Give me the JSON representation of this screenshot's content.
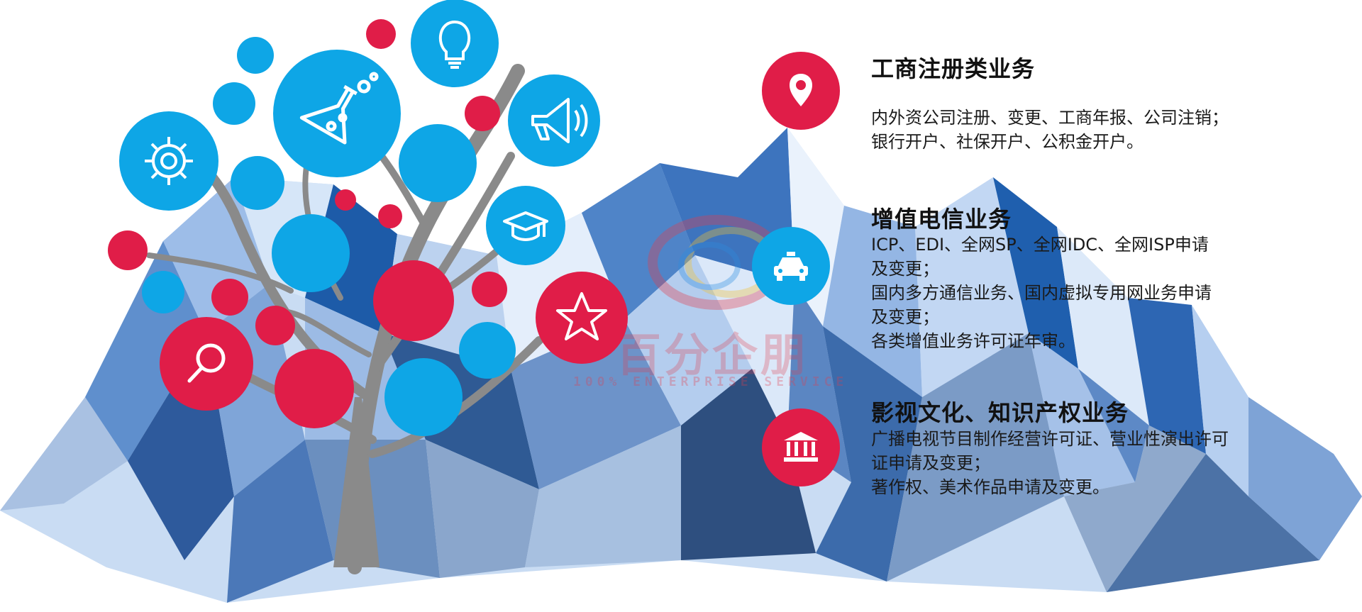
{
  "colors": {
    "red": "#e01d48",
    "blue": "#0ea6e6",
    "trunk": "#8a8a8a"
  },
  "watermark": {
    "cn": "百分企朋",
    "en": "100% ENTERPRISE SERVICE"
  },
  "tree_icons": [
    "gear-icon",
    "flask-icon",
    "lightbulb-icon",
    "megaphone-icon",
    "graduation-cap-icon",
    "star-icon",
    "magnifier-icon"
  ],
  "services": [
    {
      "icon": "map-pin-icon",
      "title": "工商注册类业务",
      "lines": [
        "内外资公司注册、变更、工商年报、公司注销；",
        "银行开户、社保开户、公积金开户。"
      ]
    },
    {
      "icon": "taxi-icon",
      "title": "增值电信业务",
      "lines": [
        "ICP、EDI、全网SP、全网IDC、全网ISP申请",
        "及变更；",
        "国内多方通信业务、国内虚拟专用网业务申请",
        "及变更；",
        "各类增值业务许可证年审。"
      ]
    },
    {
      "icon": "bank-building-icon",
      "title": "影视文化、知识产权业务",
      "lines": [
        "广播电视节目制作经营许可证、营业性演出许可",
        "证申请及变更；",
        "著作权、美术作品申请及变更。"
      ]
    }
  ]
}
